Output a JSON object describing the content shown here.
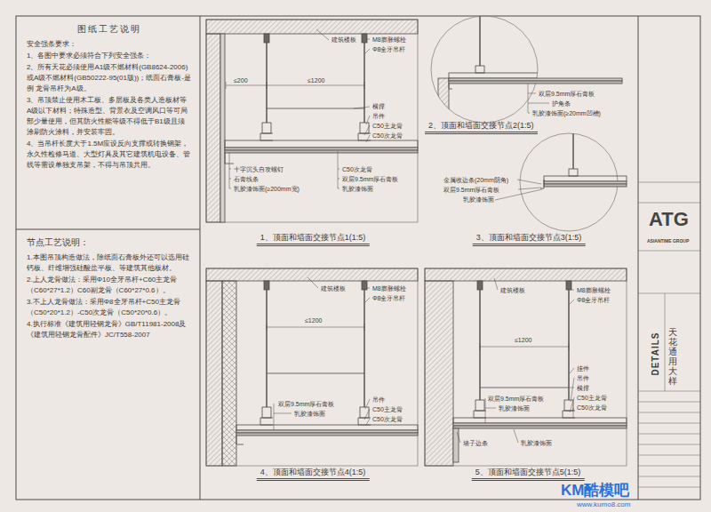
{
  "diagram": {
    "nodes": [
      {
        "text": [
          "图纸工艺说明",
          "安全强条要求：",
          "1、各图中要求必须符合下列安全强条：",
          "2、所有天花必须使用A1级不燃材料(GB8624-2006)或A级不燃材料(GB50222-95(01版))；纸面石膏板-是例 龙骨吊杆为A级。",
          "3、吊顶禁止使用木工板、多层板及各类人造板材等A级以下材料；特殊造型、背景衣及空调风口等可局部少量使用，但其防火性能等级不得低于B1级且须涂刷防火涂料，并安装牢固。",
          "4、当吊杆长度大于1.5M应设反向支撑或转换钢架，永久性检修马道、大型灯具及其它建筑机电设备、管线等需设单独支吊架，不得与吊顶共用。"
        ]
      },
      {
        "text": [
          "节点工艺说明：",
          "1.本图吊顶构造做法，除纸面石膏板外还可以选用硅钙板、纤维增强硅酸盐平板、等建筑其他板材。",
          "2.上人龙骨做法：采用Φ10全牙吊杆+C60主龙骨（C60*27*1.2）C60副龙骨（C60*27*0.6）。",
          "3.不上人龙骨做法：采用Φ8全牙吊杆+C50主龙骨（C50*20*1.2）-C50次龙骨（C50*20*0.6）。",
          "4.执行标准《建筑用轻钢龙骨》GB/T11981-2008及《建筑用轻钢龙骨配件》JC/T558-2007"
        ]
      },
      {
        "text": [
          "1、顶面和墙面交接节点1(1:5)"
        ]
      },
      {
        "text": [
          "2、顶面和墙面交接节点2(1:5)"
        ]
      },
      {
        "text": [
          "3、顶面和墙面交接节点3(1:5)"
        ]
      },
      {
        "text": [
          "4、顶面和墙面交接节点4(1:5)"
        ]
      },
      {
        "text": [
          "5、顶面和墙面交接节点5(1:5)"
        ]
      },
      {
        "text": [
          "ATG",
          "ASIANTIME GROUP",
          "DETAILS",
          "天花通用大样"
        ]
      }
    ],
    "labels": [
      "建筑楼板",
      "M8膨胀螺栓",
      "Φ8全牙吊杆",
      "≤200",
      "≤1200",
      "横撑",
      "吊件",
      "C50主龙骨",
      "C50次龙骨",
      "十字沉头自攻螺钉",
      "石膏线条",
      "乳胶漆饰面(≥200mm宽)",
      "C50次龙骨",
      "双层9.5mm厚石膏板",
      "乳胶漆饰面",
      "双层9.5mm厚石膏板",
      "护角条",
      "乳胶漆饰面(≥20mm凹槽)",
      "金属收边条(20mm阴角)",
      "双层9.5mm厚石膏板",
      "乳胶漆饰面",
      "建筑楼板",
      "M8膨胀螺栓",
      "Φ8全牙吊杆",
      "≤1200",
      "吊件",
      "C50主龙骨",
      "C50次龙骨",
      "双层9.5mm厚石膏板",
      "乳胶漆饰面",
      "建筑楼板",
      "M8膨胀螺栓",
      "Φ8全牙吊杆",
      "≤1200",
      "挂件",
      "吊件",
      "横撑",
      "C50主龙骨",
      "C50次龙骨",
      "双层9.5mm厚石膏板",
      "乳胶漆饰面",
      "墙子边条",
      "乳胶漆饰面",
      "KM酷模吧",
      "www.kumo8.com"
    ]
  }
}
